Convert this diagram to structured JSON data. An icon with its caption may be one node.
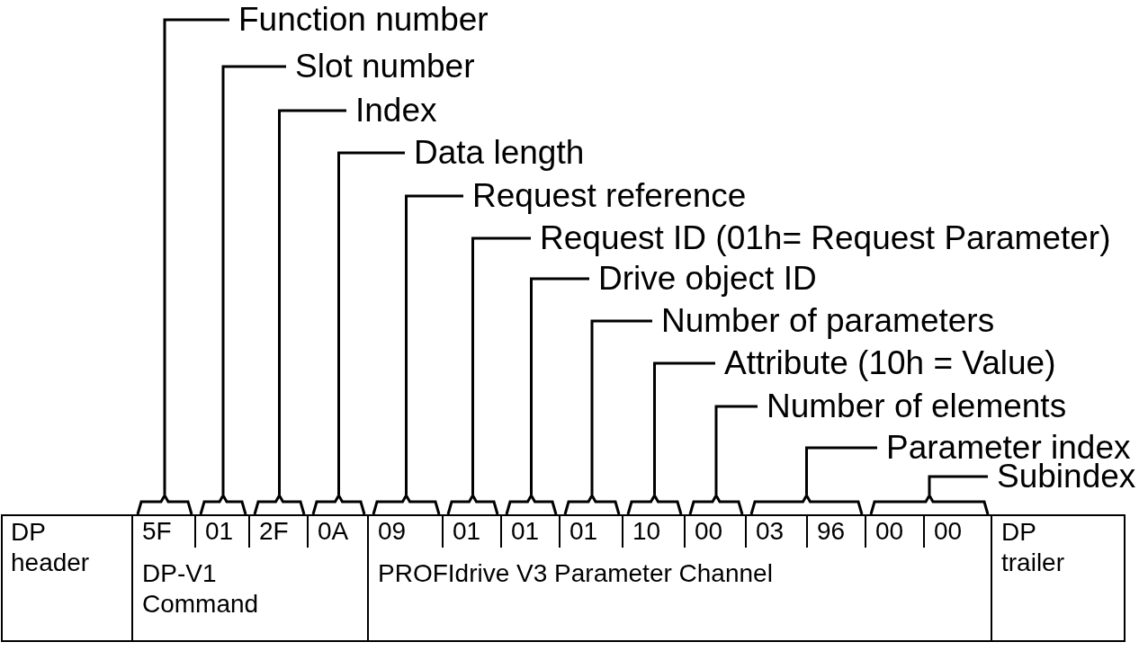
{
  "diagram": {
    "nodes": [
      {
        "text": [
          "Function number"
        ]
      },
      {
        "text": [
          "Slot number"
        ]
      },
      {
        "text": [
          "Index"
        ]
      },
      {
        "text": [
          "Data length"
        ]
      },
      {
        "text": [
          "Request reference"
        ]
      },
      {
        "text": [
          "Request ID (01h= Request Parameter)"
        ]
      },
      {
        "text": [
          "Drive object ID"
        ]
      },
      {
        "text": [
          "Number of parameters"
        ]
      },
      {
        "text": [
          "Attribute (10h = Value)"
        ]
      },
      {
        "text": [
          "Number of elements"
        ]
      },
      {
        "text": [
          "Parameter index"
        ]
      },
      {
        "text": [
          "Subindex"
        ]
      },
      {
        "text": [
          "DP header"
        ]
      },
      {
        "text": [
          "DP-V1 Command"
        ]
      },
      {
        "text": [
          "5F"
        ],
        "in": 13
      },
      {
        "text": [
          "01"
        ],
        "in": 13
      },
      {
        "text": [
          "2F"
        ],
        "in": 13
      },
      {
        "text": [
          "0A"
        ],
        "in": 13
      },
      {
        "text": [
          "PROFIdrive V3 Parameter Channel"
        ]
      },
      {
        "text": [
          "09"
        ],
        "in": 18
      },
      {
        "text": [
          "01"
        ],
        "in": 18
      },
      {
        "text": [
          "01"
        ],
        "in": 18
      },
      {
        "text": [
          "01"
        ],
        "in": 18
      },
      {
        "text": [
          "10"
        ],
        "in": 18
      },
      {
        "text": [
          "00"
        ],
        "in": 18
      },
      {
        "text": [
          "03"
        ],
        "in": 18
      },
      {
        "text": [
          "96"
        ],
        "in": 18
      },
      {
        "text": [
          "00"
        ],
        "in": 18
      },
      {
        "text": [
          "00"
        ],
        "in": 18
      },
      {
        "text": [
          "DP trailer"
        ]
      },
      {
        "text": [],
        "shape": "bracket"
      },
      {
        "text": [],
        "shape": "bracket"
      },
      {
        "text": [],
        "shape": "bracket"
      },
      {
        "text": [],
        "shape": "bracket"
      },
      {
        "text": [],
        "shape": "bracket"
      },
      {
        "text": [],
        "shape": "bracket"
      },
      {
        "text": [],
        "shape": "bracket"
      },
      {
        "text": [],
        "shape": "bracket"
      },
      {
        "text": [],
        "shape": "bracket"
      },
      {
        "text": [],
        "shape": "bracket"
      },
      {
        "text": [],
        "shape": "bracket"
      },
      {
        "text": [],
        "shape": "bracket"
      }
    ],
    "edges": [
      {
        "from": 0,
        "to": 30,
        "arrow": "none"
      },
      {
        "from": 1,
        "to": 31,
        "arrow": "none"
      },
      {
        "from": 2,
        "to": 32,
        "arrow": "none"
      },
      {
        "from": 3,
        "to": 33,
        "arrow": "none"
      },
      {
        "from": 4,
        "to": 34,
        "arrow": "none"
      },
      {
        "from": 5,
        "to": 35,
        "arrow": "none"
      },
      {
        "from": 6,
        "to": 36,
        "arrow": "none"
      },
      {
        "from": 7,
        "to": 37,
        "arrow": "none"
      },
      {
        "from": 8,
        "to": 38,
        "arrow": "none"
      },
      {
        "from": 9,
        "to": 39,
        "arrow": "none"
      },
      {
        "from": 10,
        "to": 40,
        "arrow": "none"
      },
      {
        "from": 11,
        "to": 41,
        "arrow": "none"
      }
    ]
  }
}
